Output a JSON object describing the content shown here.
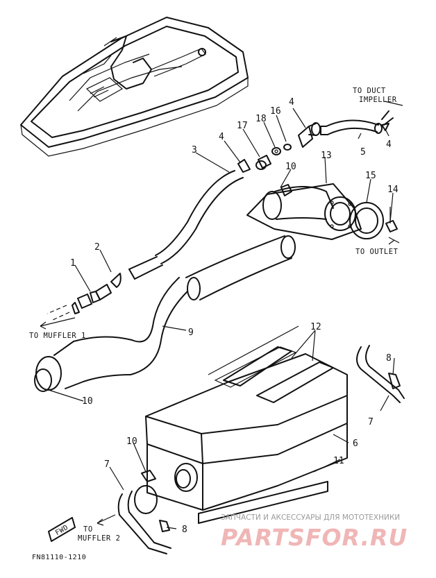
{
  "callouts": {
    "c1": "1",
    "c2": "2",
    "c3": "3",
    "c4a": "4",
    "c4b": "4",
    "c4c": "4",
    "c5": "5",
    "c6": "6",
    "c7a": "7",
    "c7b": "7",
    "c8a": "8",
    "c8b": "8",
    "c9": "9",
    "c10a": "10",
    "c10b": "10",
    "c10c": "10",
    "c11": "11",
    "c12": "12",
    "c13": "13",
    "c14": "14",
    "c15": "15",
    "c16": "16",
    "c17": "17",
    "c18": "18"
  },
  "destinations": {
    "duct_line1": "TO DUCT",
    "duct_line2": "IMPELLER",
    "outlet": "TO OUTLET",
    "muffler1": "TO MUFFLER 1",
    "muffler2_line1": "TO",
    "muffler2_line2": "MUFFLER 2"
  },
  "fwd_label": "FWD",
  "diagram_code": "FN81110-1210",
  "watermark": {
    "line1": "ЗАПЧАСТИ И АКСЕССУАРЫ ДЛЯ МОТОТЕХНИКИ",
    "logo": "PARTSFOR.RU"
  }
}
